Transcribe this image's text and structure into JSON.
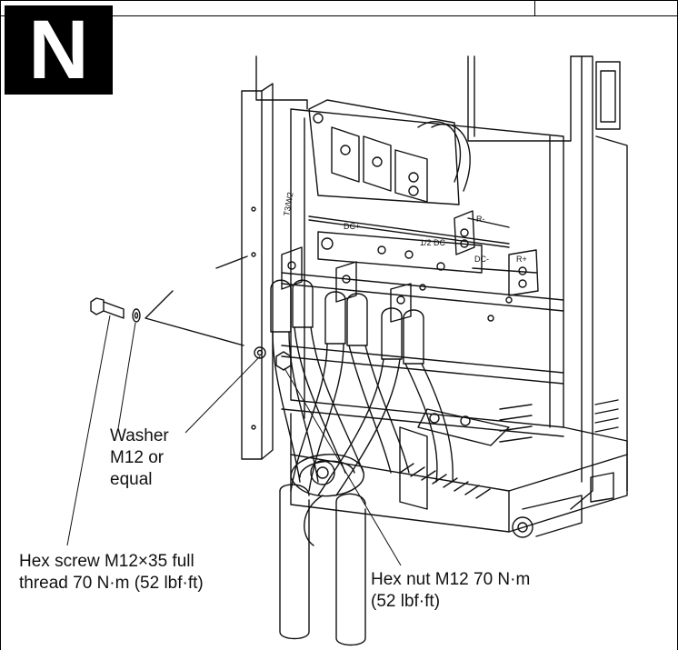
{
  "step": {
    "letter": "N"
  },
  "labels": {
    "washer": [
      "Washer",
      "M12 or",
      "equal"
    ],
    "screw": [
      "Hex screw M12×35 full",
      "thread 70 N·m (52 lbf·ft)"
    ],
    "nut": [
      "Hex nut M12 70 N·m",
      "(52 lbf·ft)"
    ]
  },
  "panel_markings": {
    "dc_plus": "DC+",
    "dc_half": "1/2 DC",
    "dc_minus": "DC-",
    "r_minus": "R-",
    "r_plus": "R+",
    "terminal": "T3/W2"
  }
}
